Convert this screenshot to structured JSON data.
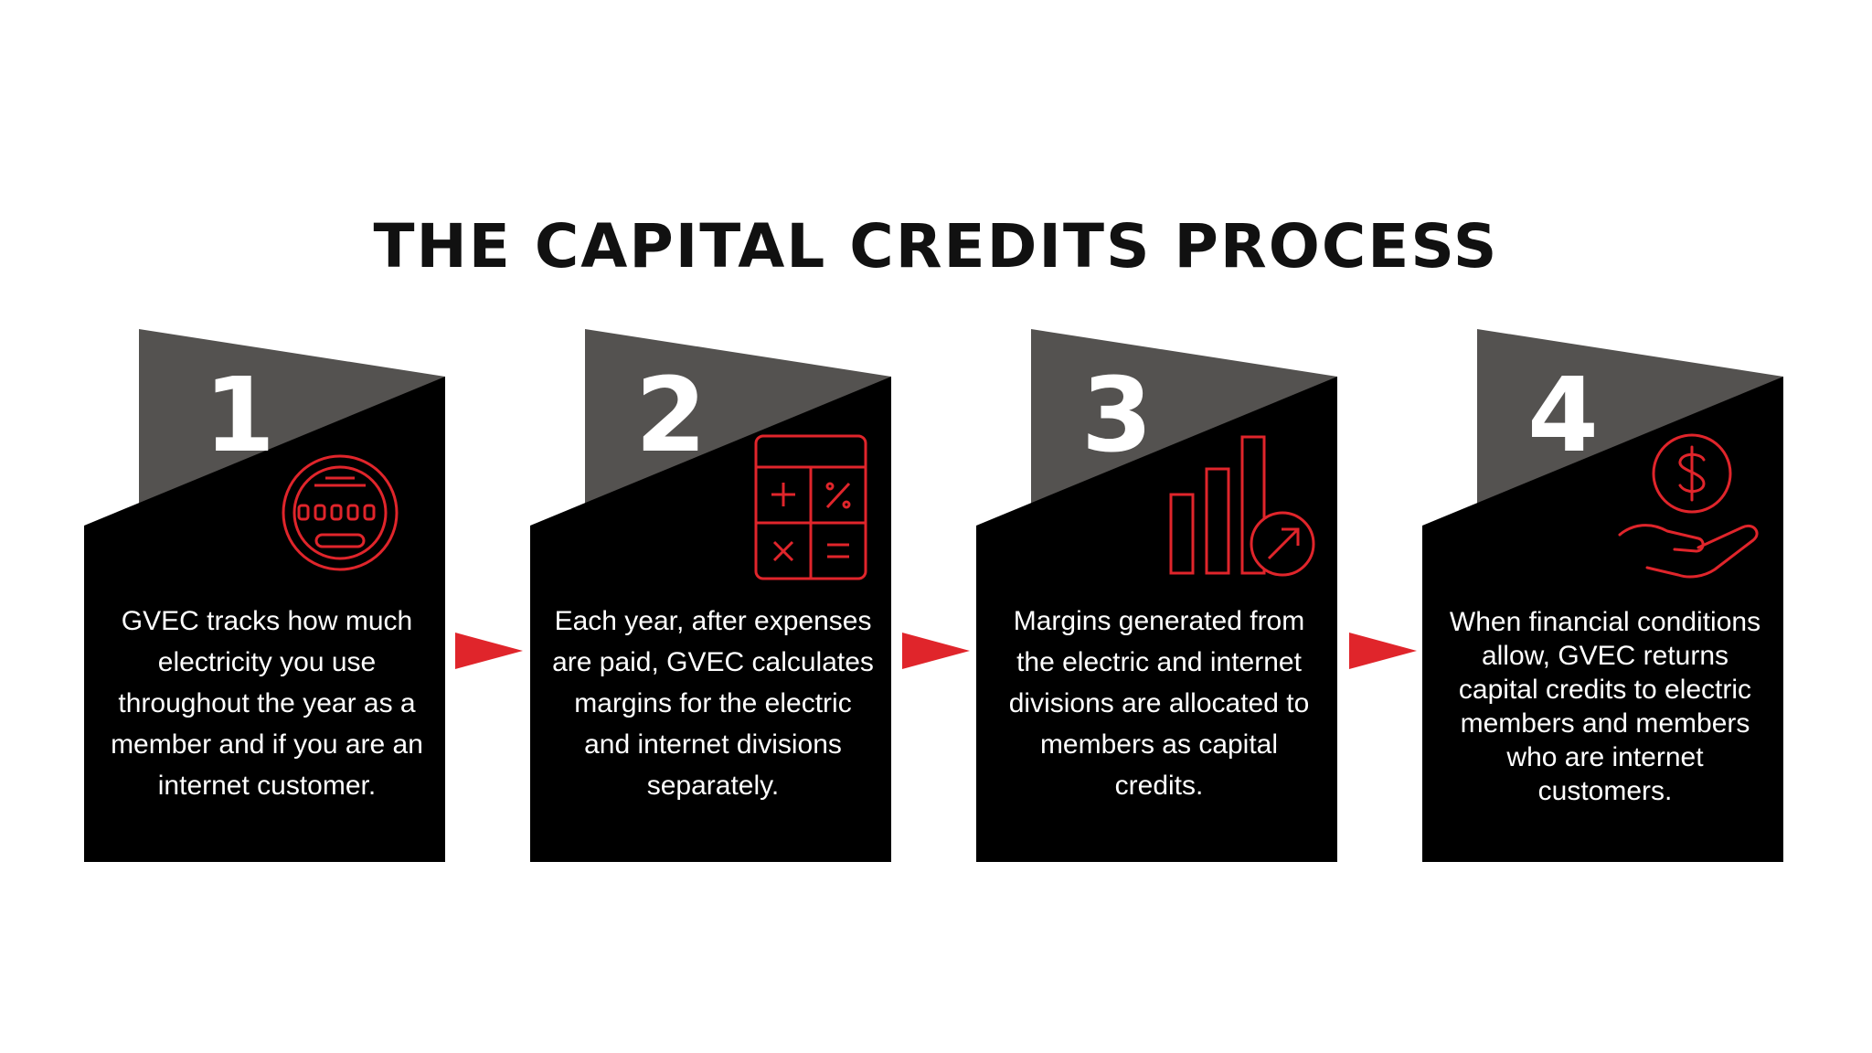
{
  "title": "THE CAPITAL CREDITS PROCESS",
  "colors": {
    "panel": "#000000",
    "tab": "#545250",
    "accent": "#e0252b",
    "text": "#ffffff",
    "title": "#111111"
  },
  "steps": [
    {
      "number": "1",
      "icon": "electric-meter-icon",
      "text": "GVEC tracks how much electricity you use throughout the year as a member and if you are an internet customer."
    },
    {
      "number": "2",
      "icon": "calculator-icon",
      "text": "Each year, after expenses are paid, GVEC calculates margins for the electric and internet divisions separately."
    },
    {
      "number": "3",
      "icon": "growth-chart-icon",
      "text": "Margins generated from the electric and internet divisions are allocated to members as capital credits."
    },
    {
      "number": "4",
      "icon": "hand-dollar-icon",
      "text": "When financial conditions allow, GVEC returns capital credits to electric members and members who are internet customers."
    }
  ],
  "arrows": [
    "arrow-right-icon",
    "arrow-right-icon",
    "arrow-right-icon"
  ]
}
